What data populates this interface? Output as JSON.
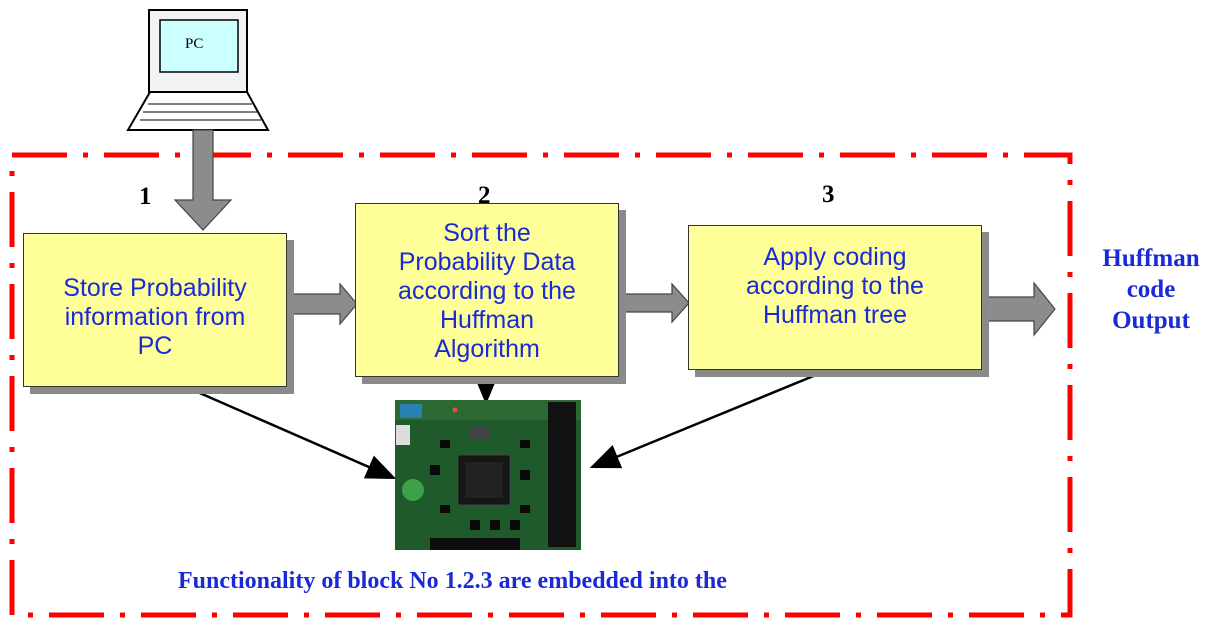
{
  "pc": {
    "label": "PC"
  },
  "steps": [
    {
      "number": "1",
      "text": "Store Probability information from PC"
    },
    {
      "number": "2",
      "text": "Sort the Probability Data according to the Huffman Algorithm"
    },
    {
      "number": "3",
      "text": "Apply coding according to the Huffman tree"
    }
  ],
  "output": {
    "lines": [
      "Huffman",
      "code",
      "Output"
    ]
  },
  "caption": "Functionality of  block No 1.2.3  are embedded into the",
  "colors": {
    "boundary": "#ff0000",
    "box_fill": "#ffff99",
    "text_blue": "#1a2ad6",
    "arrow_gray": "#8c8c8c"
  },
  "icons": [
    "laptop-icon",
    "fpga-board-image"
  ]
}
